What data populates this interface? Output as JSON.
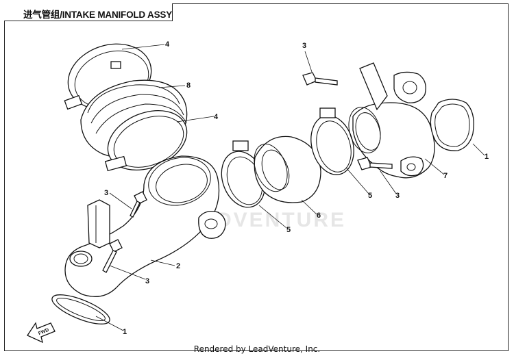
{
  "title": "进气管组/INTAKE MANIFOLD ASSY",
  "watermark": "LEADVENTURE",
  "footer": "Rendered by LeadVenture, Inc.",
  "fwd_label": "FWD",
  "callouts": [
    {
      "id": "callout-4-top",
      "num": "4"
    },
    {
      "id": "callout-8",
      "num": "8"
    },
    {
      "id": "callout-4-mid",
      "num": "4"
    },
    {
      "id": "callout-3-top-right",
      "num": "3"
    },
    {
      "id": "callout-1-right",
      "num": "1"
    },
    {
      "id": "callout-7",
      "num": "7"
    },
    {
      "id": "callout-5-right",
      "num": "5"
    },
    {
      "id": "callout-3-right",
      "num": "3"
    },
    {
      "id": "callout-6",
      "num": "6"
    },
    {
      "id": "callout-5-center",
      "num": "5"
    },
    {
      "id": "callout-3-left",
      "num": "3"
    },
    {
      "id": "callout-2",
      "num": "2"
    },
    {
      "id": "callout-3-lower",
      "num": "3"
    },
    {
      "id": "callout-1-bottom",
      "num": "1"
    }
  ]
}
